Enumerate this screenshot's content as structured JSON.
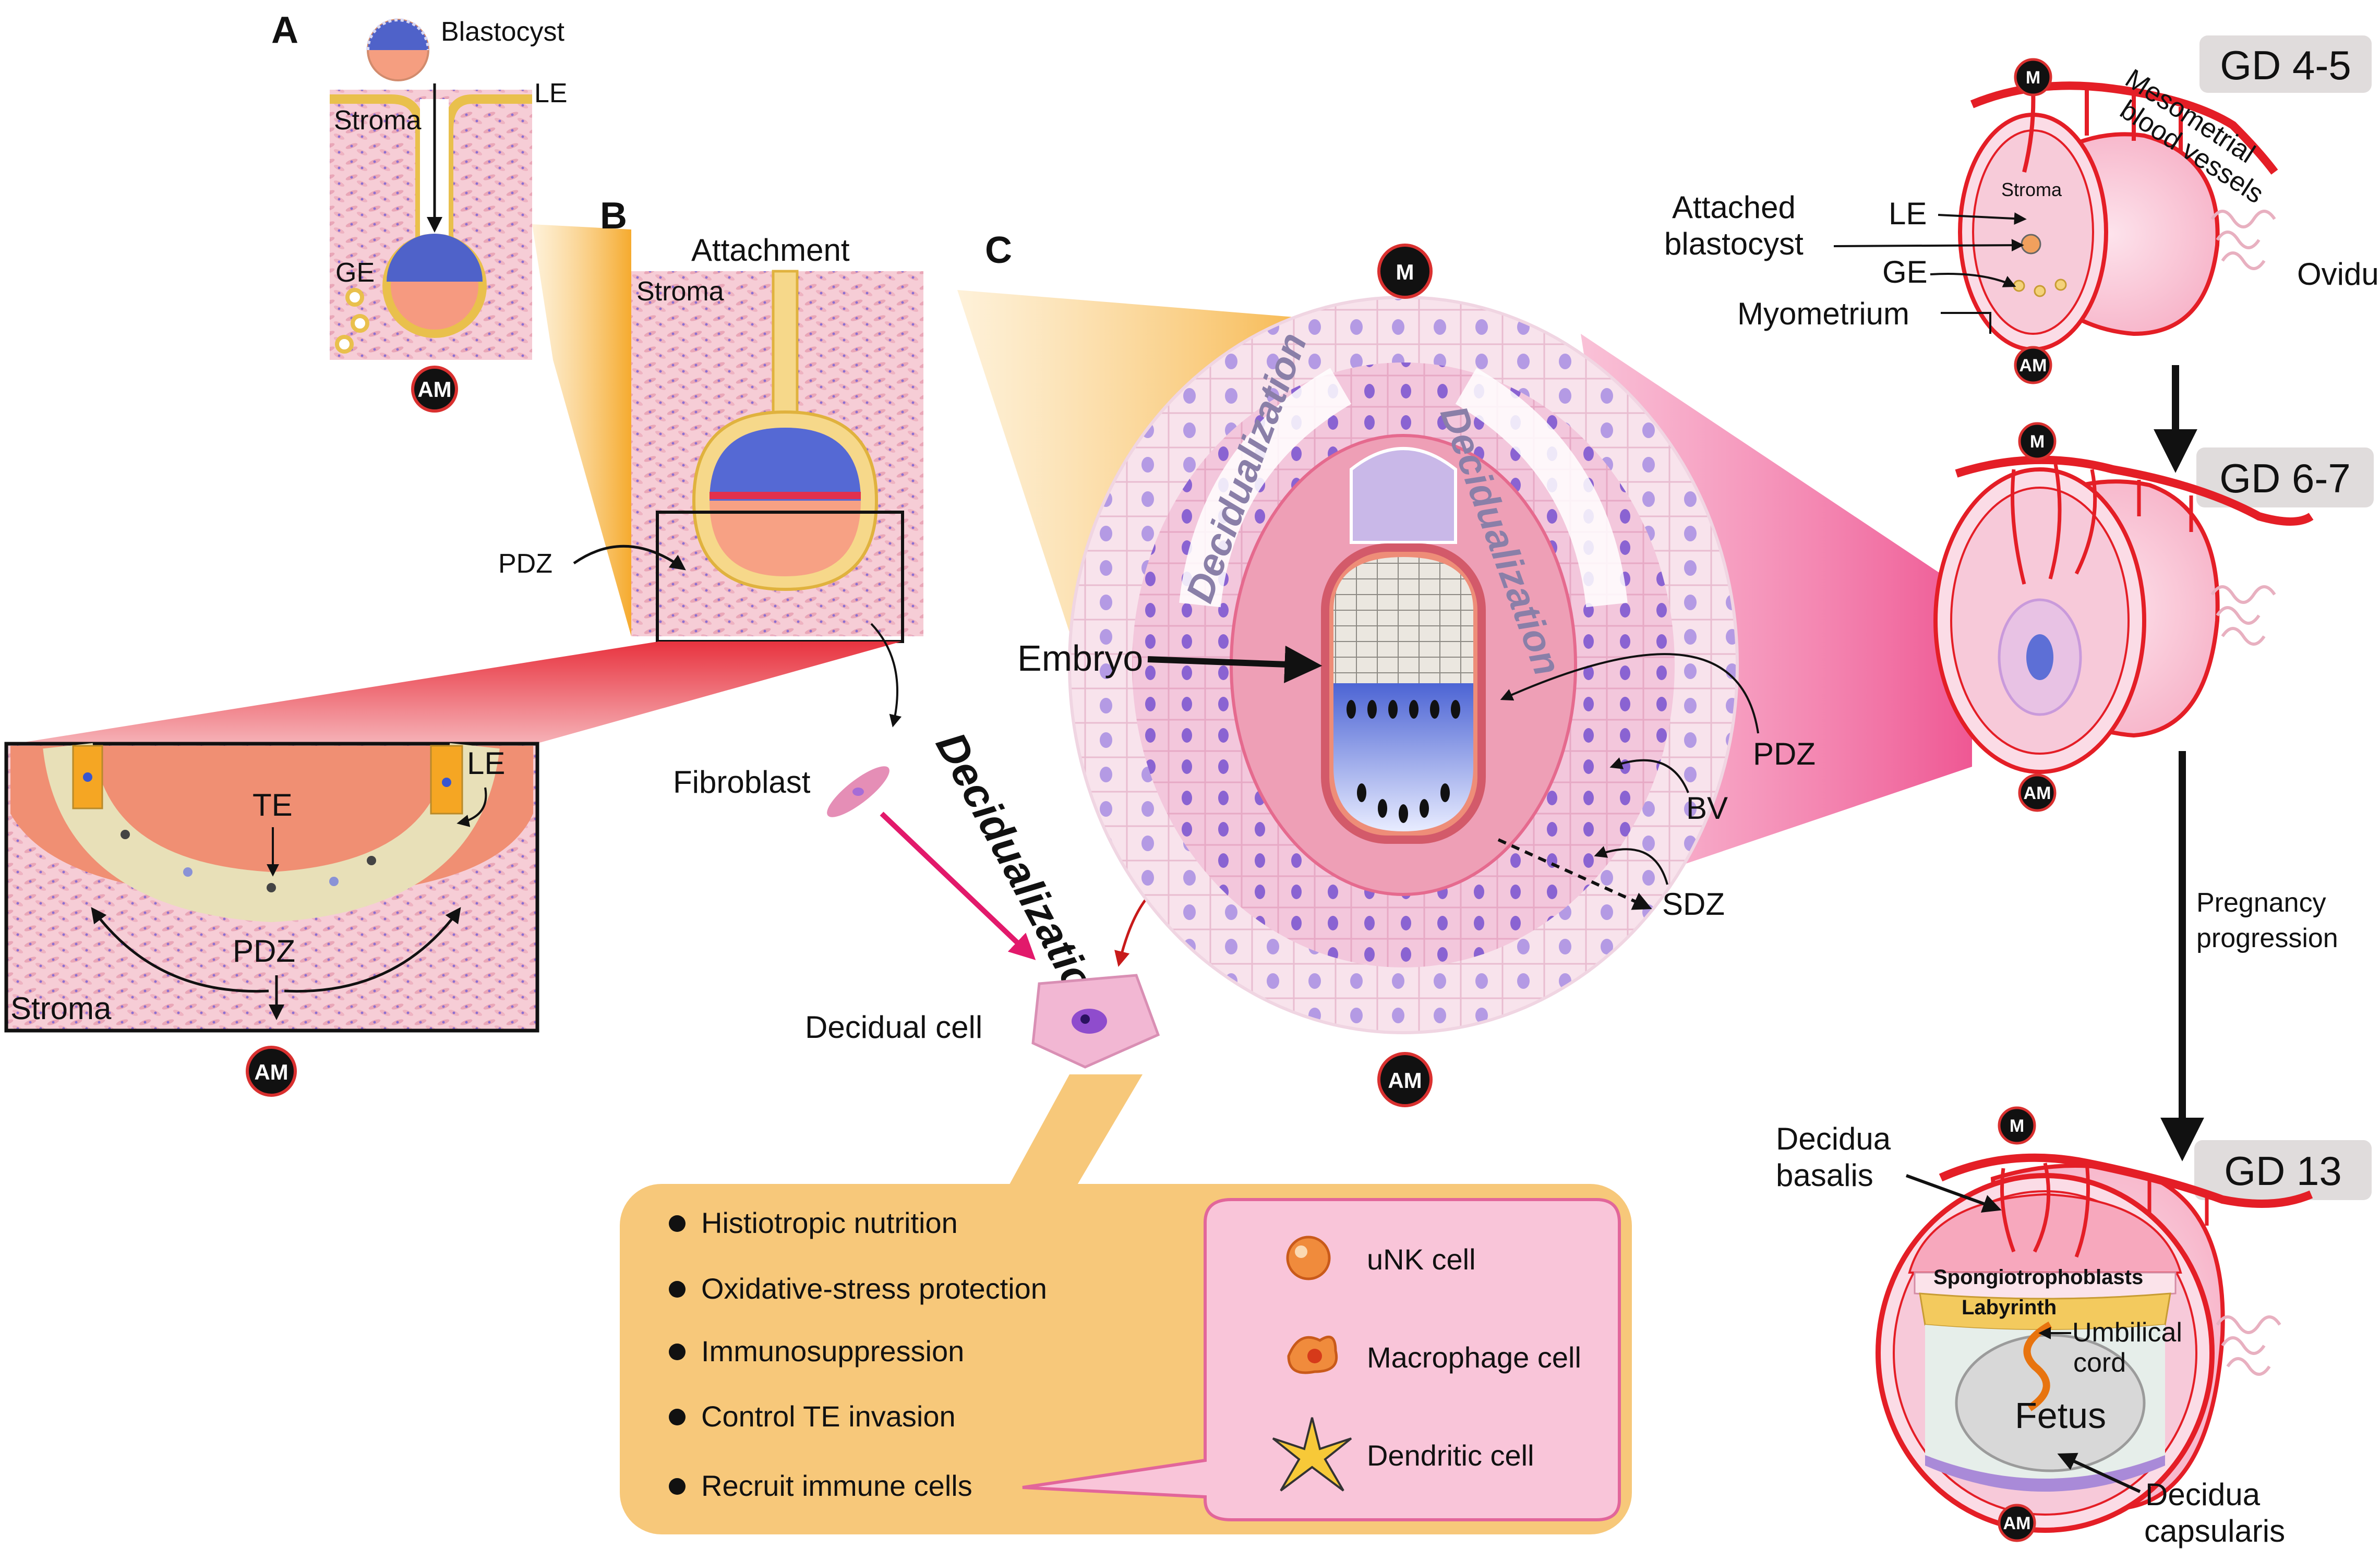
{
  "panel_a": {
    "letter": "A",
    "blastocyst": "Blastocyst",
    "le": "LE",
    "stroma": "Stroma",
    "ge": "GE",
    "am": "AM"
  },
  "panel_b": {
    "letter": "B",
    "attachment": "Attachment",
    "stroma": "Stroma",
    "pdz": "PDZ"
  },
  "inset": {
    "le": "LE",
    "te": "TE",
    "pdz": "PDZ",
    "stroma": "Stroma",
    "am": "AM"
  },
  "decidualization_path": {
    "fibroblast": "Fibroblast",
    "decidualization": "Decidualization",
    "decidual_cell": "Decidual cell"
  },
  "panel_c": {
    "letter": "C",
    "m": "M",
    "am": "AM",
    "decid_left": "Decidualization",
    "decid_right": "Decidualization",
    "embryo": "Embryo",
    "pdz": "PDZ",
    "bv": "BV",
    "sdz": "SDZ"
  },
  "functions": [
    "Histiotropic nutrition",
    "Oxidative-stress protection",
    "Immunosuppression",
    "Control TE invasion",
    "Recruit immune cells"
  ],
  "immune_cells": [
    {
      "label": "uNK cell",
      "icon": "unk-cell-icon"
    },
    {
      "label": "Macrophage cell",
      "icon": "macrophage-cell-icon"
    },
    {
      "label": "Dendritic cell",
      "icon": "dendritic-cell-icon"
    }
  ],
  "gd45": {
    "tag": "GD 4-5",
    "m": "M",
    "am": "AM",
    "vessels": [
      "Mesometrial",
      "blood vessels"
    ],
    "stroma": "Stroma",
    "attached": [
      "Attached",
      "blastocyst"
    ],
    "le": "LE",
    "ge": "GE",
    "myometrium": "Myometrium",
    "oviduct": "Oviduct"
  },
  "gd67": {
    "tag": "GD 6-7",
    "m": "M",
    "am": "AM"
  },
  "progression": [
    "Pregnancy",
    "progression"
  ],
  "gd13": {
    "tag": "GD 13",
    "m": "M",
    "am": "AM",
    "basalis": [
      "Decidua",
      "basalis"
    ],
    "spongio": "Spongiotrophoblasts",
    "labyrinth": "Labyrinth",
    "umbilical": [
      "Umbilical",
      "cord"
    ],
    "fetus": "Fetus",
    "capsularis": [
      "Decidua",
      "capsularis"
    ]
  },
  "colors": {
    "stroma_pink": "#f4c6cf",
    "tissue_pink": "#f7b7c6",
    "orange_cone": "#f5a623",
    "magenta_cone": "#ee5d96",
    "callout_orange": "#f7c87a",
    "callout_pink": "#f9c5d9",
    "red_vessel": "#e41e26",
    "embryo_blue": "#5d6fd6",
    "blastocoel": "#f69a80"
  }
}
